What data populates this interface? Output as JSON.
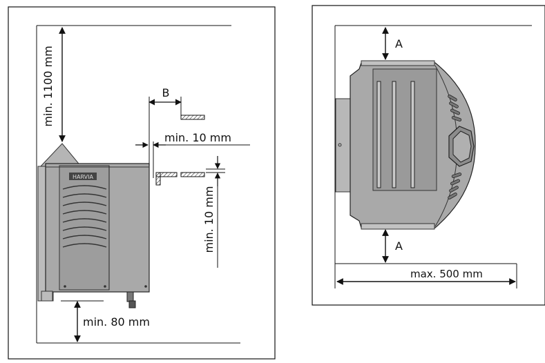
{
  "left_panel": {
    "dim_top": "min. 1100 mm",
    "dim_b": "B",
    "dim_gap_side": "min. 10 mm",
    "dim_gap_vertical": "min. 10 mm",
    "dim_bottom": "min. 80 mm",
    "logo_text": "HARVIA"
  },
  "right_panel": {
    "dim_a_top": "A",
    "dim_a_bottom": "A",
    "dim_width": "max. 500 mm"
  },
  "colors": {
    "heater_fill": "#a9a9a9",
    "heater_dark": "#7c7c7c",
    "heater_light": "#c9c9c9",
    "line": "#111111"
  }
}
